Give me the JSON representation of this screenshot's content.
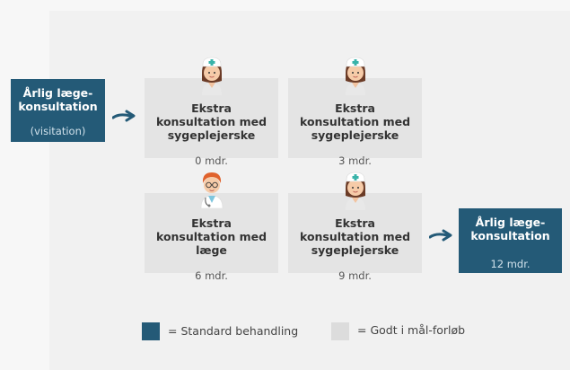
{
  "start_box": {
    "title": "Årlig læge-konsultation",
    "sub": "(visitation)"
  },
  "steps": [
    {
      "title": "Ekstra konsultation med sygeplejerske",
      "time": "0 mdr.",
      "icon": "nurse-icon"
    },
    {
      "title": "Ekstra konsultation med sygeplejerske",
      "time": "3 mdr.",
      "icon": "nurse-icon"
    },
    {
      "title": "Ekstra konsultation med læge",
      "time": "6 mdr.",
      "icon": "doctor-icon"
    },
    {
      "title": "Ekstra konsultation med sygeplejerske",
      "time": "9 mdr.",
      "icon": "nurse-icon"
    }
  ],
  "end_box": {
    "title": "Årlig læge-konsultation",
    "sub": "12 mdr."
  },
  "legend": [
    {
      "label": "= Standard behandling",
      "color": "#245a77"
    },
    {
      "label": "= Godt i mål-forløb",
      "color": "#dcdcdc"
    }
  ],
  "colors": {
    "standard": "#245a77",
    "godt": "#e4e4e4",
    "arrow": "#245a77"
  }
}
